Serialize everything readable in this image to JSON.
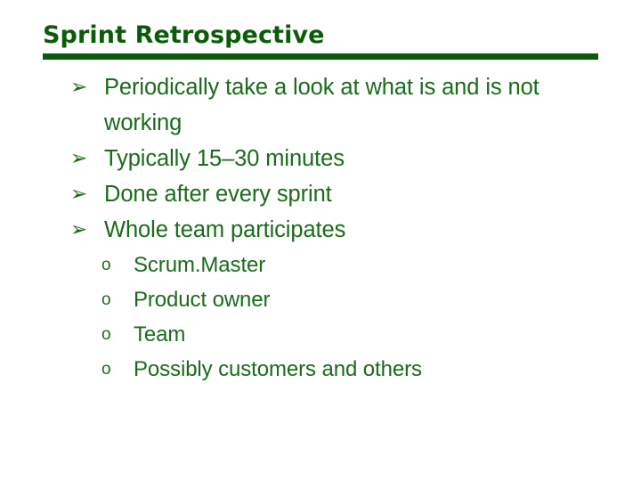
{
  "slide": {
    "title": "Sprint Retrospective",
    "colors": {
      "title_green": "#0a5c0a",
      "rule_green": "#0a5c0a",
      "body_green": "#1a6b1a",
      "background": "#ffffff"
    },
    "markers": {
      "level1_glyph": "➢",
      "level1_icon_name": "wingdings-arrow-bullet-icon",
      "level2_glyph": "o",
      "level2_icon_name": "hollow-circle-bullet-icon"
    },
    "bullets": [
      {
        "text": "Periodically take a look at what is and is not working",
        "children": []
      },
      {
        "text": "Typically 15–30 minutes",
        "children": []
      },
      {
        "text": "Done after every sprint",
        "children": []
      },
      {
        "text": "Whole team participates",
        "children": [
          {
            "text": "Scrum.Master"
          },
          {
            "text": "Product owner"
          },
          {
            "text": "Team"
          },
          {
            "text": "Possibly customers and others"
          }
        ]
      }
    ]
  }
}
